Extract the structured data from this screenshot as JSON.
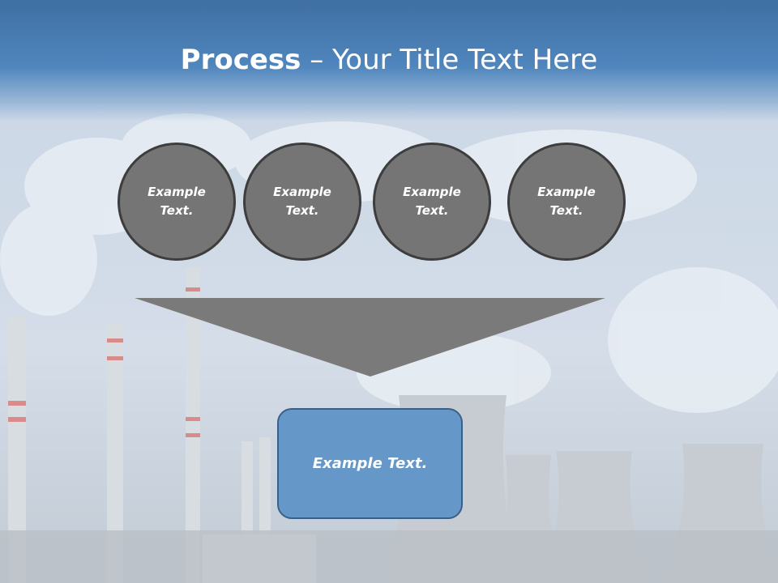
{
  "title": {
    "bold": "Process",
    "separator": " – ",
    "rest": "Your Title Text Here"
  },
  "circles": [
    {
      "label": "Example Text."
    },
    {
      "label": "Example Text."
    },
    {
      "label": "Example Text."
    },
    {
      "label": "Example Text."
    }
  ],
  "result": {
    "label": "Example Text."
  },
  "colors": {
    "title_bar": "#4f86bd",
    "circle_fill": "#757575",
    "funnel_fill": "#7a7a7a",
    "result_fill": "#6598c8"
  }
}
